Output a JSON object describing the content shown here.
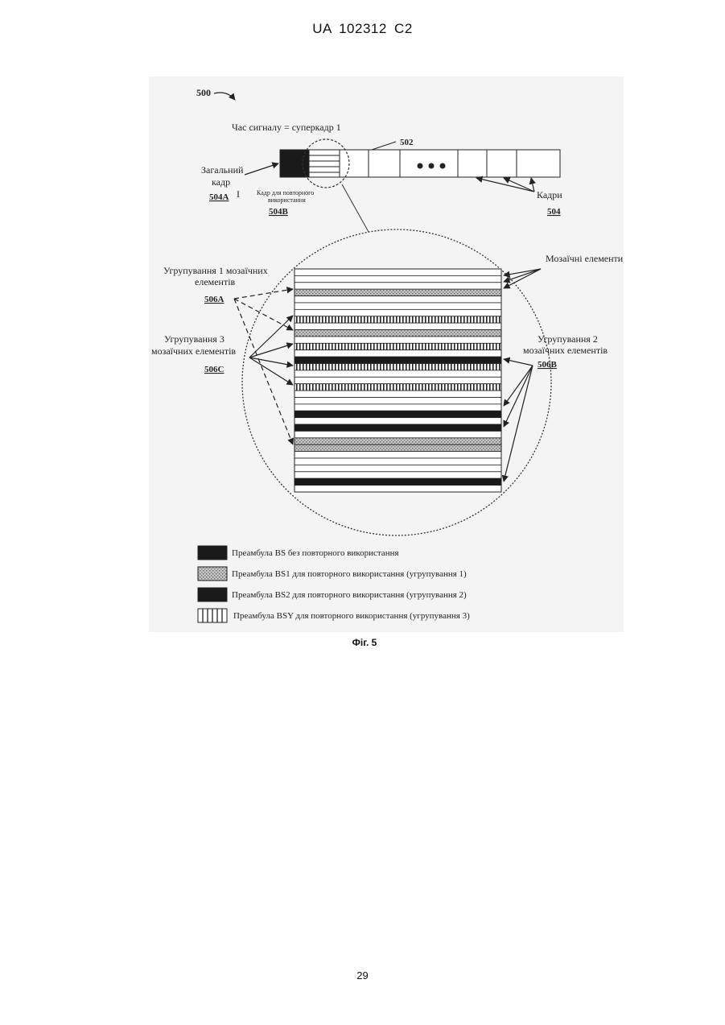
{
  "header": {
    "text": "UA   102312   C2"
  },
  "figure": {
    "ref_500": "500",
    "title": "Час сигналу = суперкадр 1",
    "ref_502": "502",
    "general_frame": {
      "line1": "Загальний",
      "line2": "кадр",
      "ref": "504A",
      "mark": "I"
    },
    "reuse_frame": {
      "line1": "Кадр для повторного",
      "line2": "використання",
      "ref": "504B"
    },
    "frames": {
      "label": "Кадри",
      "ref": "504"
    },
    "tiles_label": "Мозаїчні елементи",
    "group1": {
      "line1": "Угрупування 1 мозаїчних",
      "line2": "елементів",
      "ref": "506A"
    },
    "group3": {
      "line1": "Угрупування 3",
      "line2": "мозаїчних елементів",
      "ref": "506C"
    },
    "group2": {
      "line1": "Угрупування 2",
      "line2": "мозаїчних елементів",
      "ref": "506B"
    },
    "legend": [
      {
        "pattern": "solid",
        "text": "Преамбула BS без повторного використання"
      },
      {
        "pattern": "dots",
        "text": "Преамбула BS1 для повторного використання (угрупування 1)"
      },
      {
        "pattern": "solid",
        "text": "Преамбула BS2 для повторного використання (угрупування 2)"
      },
      {
        "pattern": "vlines",
        "text": "Преамбула BSY для повторного використання (угрупування 3)"
      }
    ],
    "caption": "Фіг. 5"
  },
  "stripes": [
    "white",
    "white",
    "white",
    "dots",
    "white",
    "white",
    "white",
    "vlines",
    "white",
    "dots",
    "white",
    "vlines",
    "white",
    "solid",
    "vlines",
    "white",
    "white",
    "vlines",
    "white",
    "white",
    "white",
    "solid",
    "white",
    "solid",
    "white",
    "dots",
    "dots",
    "white",
    "white",
    "white",
    "white",
    "solid",
    "white"
  ],
  "page_number": "29",
  "colors": {
    "ink": "#222222",
    "dots": "#a9a9a9",
    "solid": "#1a1a1a",
    "scan_bg": "#f3f3f3"
  }
}
